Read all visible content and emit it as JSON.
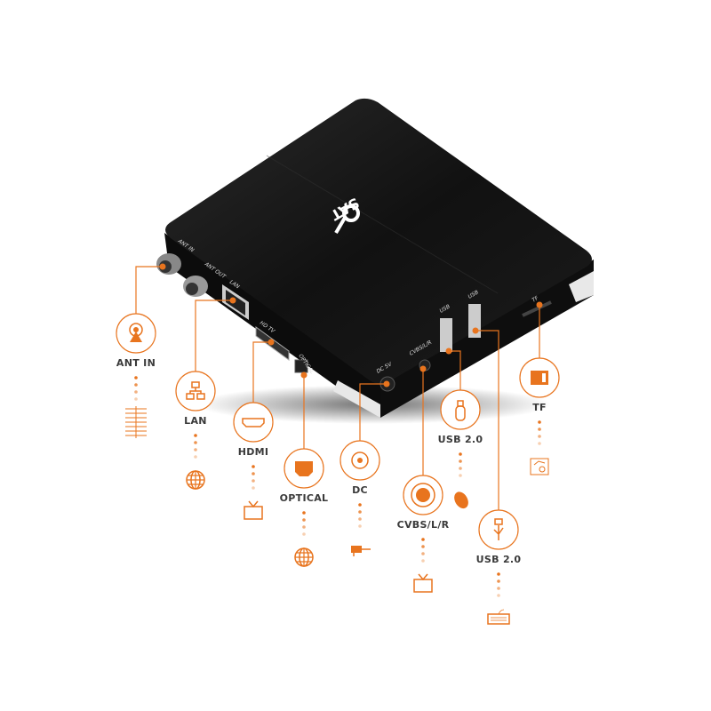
{
  "brand": {
    "logo_text": "SAT"
  },
  "colors": {
    "accent": "#e8741e",
    "box": "#141414",
    "label": "#3a3a3a"
  },
  "port_labels": [
    "ANT IN",
    "ANT OUT",
    "LAN",
    "HD TV",
    "OPTICAL",
    "DC 5V",
    "CVBS/L/R",
    "USB",
    "USB",
    "TF"
  ],
  "callouts": [
    {
      "label": "ANT IN",
      "icon": "antenna-signal-icon",
      "device_icon": "tv-antenna-icon"
    },
    {
      "label": "LAN",
      "icon": "network-icon",
      "device_icon": "globe-icon"
    },
    {
      "label": "HDMI",
      "icon": "hdmi-port-icon",
      "device_icon": "tv-icon"
    },
    {
      "label": "OPTICAL",
      "icon": "optical-port-icon",
      "device_icon": "globe-icon"
    },
    {
      "label": "DC",
      "icon": "dc-jack-icon",
      "device_icon": "power-plug-icon"
    },
    {
      "label": "CVBS/L/R",
      "icon": "av-jack-icon",
      "device_icon": "tv-icon"
    },
    {
      "label": "USB 2.0",
      "icon": "usb-drive-icon",
      "device_icon": "mouse-icon"
    },
    {
      "label": "USB 2.0",
      "icon": "usb-symbol-icon",
      "device_icon": "keyboard-icon"
    },
    {
      "label": "TF",
      "icon": "sd-card-icon",
      "device_icon": "chart-search-icon"
    }
  ]
}
